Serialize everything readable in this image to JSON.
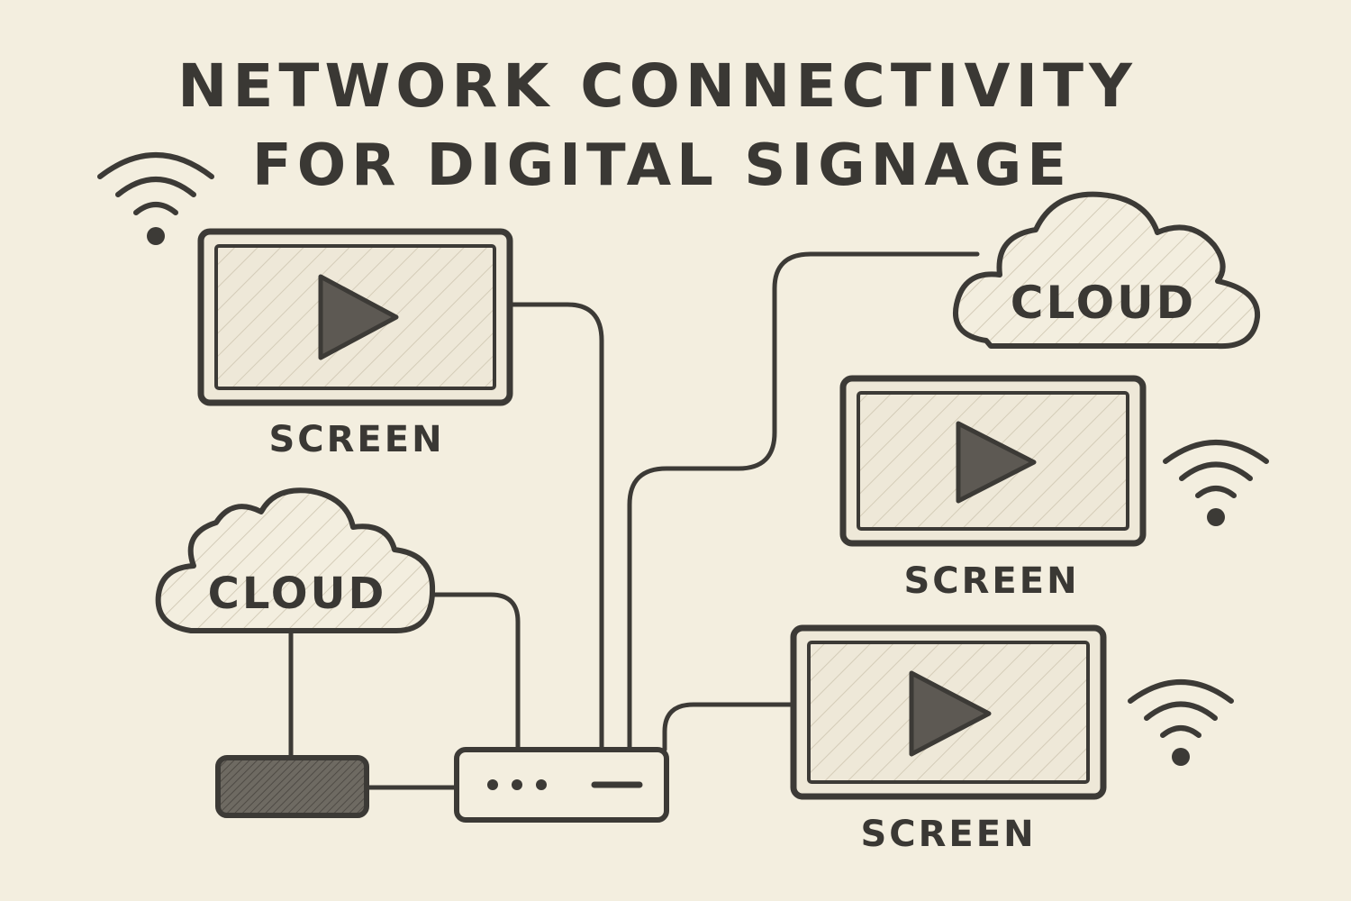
{
  "title": {
    "line1": "NETWORK CONNECTIVITY",
    "line2": "FOR DIGITAL SIGNAGE"
  },
  "nodes": {
    "screen_top_left": {
      "label": "SCREEN",
      "icon": "play-icon"
    },
    "screen_right_middle": {
      "label": "SCREEN",
      "icon": "play-icon"
    },
    "screen_right_bottom": {
      "label": "SCREEN",
      "icon": "play-icon"
    },
    "cloud_top_right": {
      "label": "CLOUD"
    },
    "cloud_left": {
      "label": "CLOUD"
    },
    "router": {
      "icon": "router-icon"
    },
    "media_player": {
      "icon": "media-player-icon"
    }
  },
  "icons": {
    "wifi": "wifi-icon"
  },
  "colors": {
    "background": "#f3eedf",
    "ink": "#3c3a36",
    "hatch": "#c9c2b0"
  }
}
